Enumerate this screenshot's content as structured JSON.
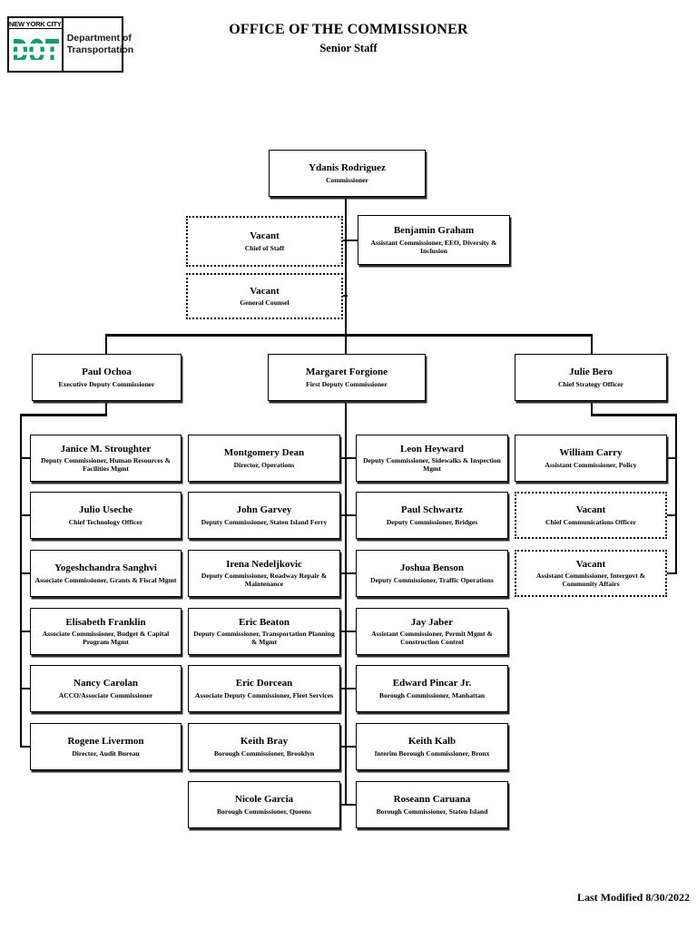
{
  "header": {
    "logo": {
      "city": "NEW YORK CITY",
      "dot": "DOT",
      "dept_line1": "Department of",
      "dept_line2": "Transportation",
      "green": "#169b62"
    },
    "title": "OFFICE OF THE COMMISSIONER",
    "subtitle": "Senior Staff"
  },
  "footer": {
    "last_modified": "Last Modified  8/30/2022"
  },
  "org": {
    "commissioner": {
      "name": "Ydanis Rodriguez",
      "title": "Commissioner"
    },
    "staff": [
      {
        "name": "Vacant",
        "title": "Chief of Staff",
        "vacant": true
      },
      {
        "name": "Benjamin Graham",
        "title": "Assistant Commissioner, EEO, Diversity & Inclusion",
        "vacant": false
      },
      {
        "name": "Vacant",
        "title": "General Counsel",
        "vacant": true
      }
    ],
    "deputies": [
      {
        "name": "Paul Ochoa",
        "title": "Executive Deputy Commissioner"
      },
      {
        "name": "Margaret Forgione",
        "title": "First Deputy Commissioner"
      },
      {
        "name": "Julie Bero",
        "title": "Chief Strategy Officer"
      }
    ],
    "col1": [
      {
        "name": "Janice M. Stroughter",
        "title": "Deputy Commissioner, Human Resources & Facilities Mgmt"
      },
      {
        "name": "Julio Useche",
        "title": "Chief Technology Officer"
      },
      {
        "name": "Yogeshchandra Sanghvi",
        "title": "Associate Commissioner, Grants & Fiscal Mgmt"
      },
      {
        "name": "Elisabeth Franklin",
        "title": "Associate Commissioner, Budget & Capital Program Mgmt"
      },
      {
        "name": "Nancy Carolan",
        "title": "ACCO/Associate Commissioner"
      },
      {
        "name": "Rogene Livermon",
        "title": "Director, Audit Bureau"
      }
    ],
    "col2": [
      {
        "name": "Montgomery Dean",
        "title": "Director, Operations"
      },
      {
        "name": "John Garvey",
        "title": "Deputy Commissioner, Staten Island Ferry"
      },
      {
        "name": "Irena Nedeljkovic",
        "title": "Deputy Commissioner, Roadway Repair & Maintenance"
      },
      {
        "name": "Eric Beaton",
        "title": "Deputy Commissioner, Transportation Planning & Mgmt"
      },
      {
        "name": "Eric Dorcean",
        "title": "Associate Deputy Commissioner, Fleet Services"
      },
      {
        "name": "Keith Bray",
        "title": "Borough Commissioner, Brooklyn"
      },
      {
        "name": "Nicole Garcia",
        "title": "Borough Commissioner, Queens"
      }
    ],
    "col3": [
      {
        "name": "Leon Heyward",
        "title": "Deputy Commissioner, Sidewalks & Inspection Mgmt"
      },
      {
        "name": "Paul Schwartz",
        "title": "Deputy Commissioner, Bridges"
      },
      {
        "name": "Joshua Benson",
        "title": "Deputy Commissioner, Traffic Operations"
      },
      {
        "name": "Jay Jaber",
        "title": "Assistant Commissioner, Permit Mgmt & Construction Control"
      },
      {
        "name": "Edward Pincar Jr.",
        "title": "Borough Commissioner, Manhattan"
      },
      {
        "name": "Keith Kalb",
        "title": "Interim Borough Commissioner, Bronx"
      },
      {
        "name": "Roseann Caruana",
        "title": "Borough Commissioner, Staten Island"
      }
    ],
    "col4": [
      {
        "name": "William Carry",
        "title": "Assistant Commissioner, Policy"
      },
      {
        "name": "Vacant",
        "title": "Chief Communications Officer",
        "vacant": true
      },
      {
        "name": "Vacant",
        "title": "Assistant Commissioner, Intergovt & Community Affairs",
        "vacant": true
      }
    ]
  }
}
